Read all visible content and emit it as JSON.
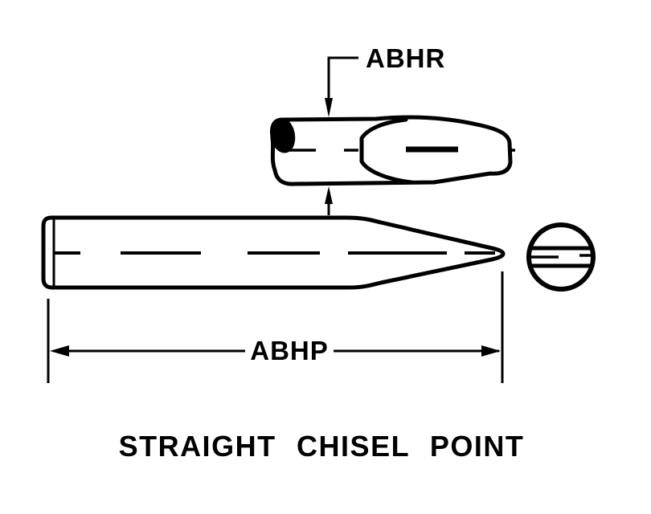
{
  "page": {
    "background_color": "#ffffff",
    "ink_color": "#000000"
  },
  "drawing": {
    "title": "STRAIGHT CHISEL POINT",
    "type": "engineering-line-drawing",
    "dimensions": {
      "abhr": {
        "label": "ABHR"
      },
      "abhp": {
        "label": "ABHP"
      }
    }
  }
}
